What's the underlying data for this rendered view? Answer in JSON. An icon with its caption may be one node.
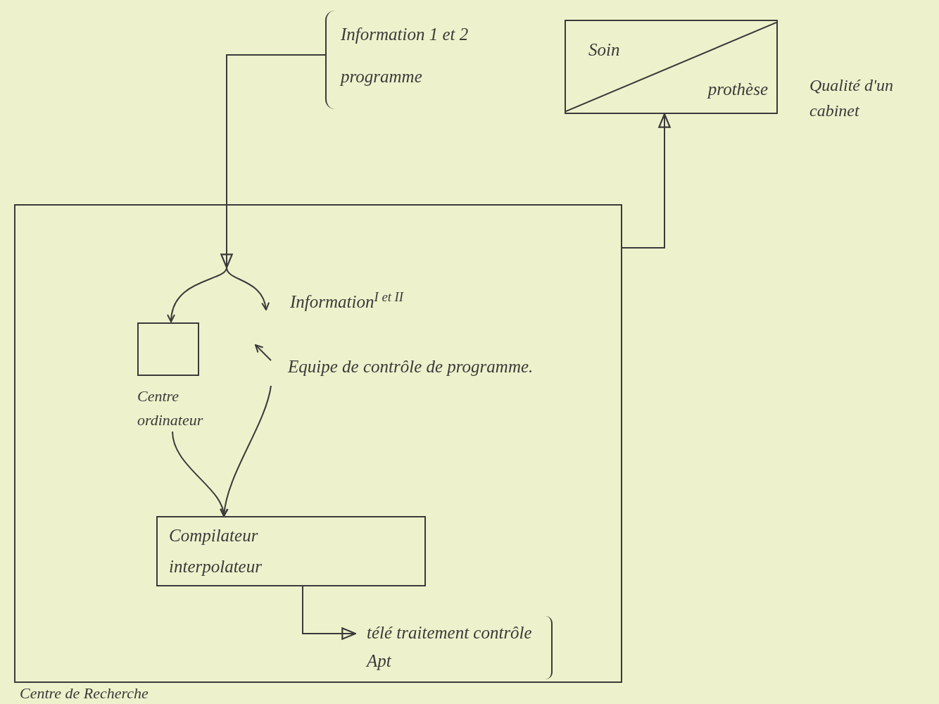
{
  "diagram": {
    "nodes": [
      {
        "text": [
          "Information 1 et 2 programme"
        ]
      },
      {
        "text": [
          "Soin",
          "prothèse"
        ],
        "beside": [
          "Qualité d'un cabinet"
        ]
      },
      {
        "text": [
          "Centre de Recherche"
        ]
      },
      {
        "text": [
          "Information$^{I et II}$"
        ],
        "in": 2
      },
      {
        "text": [
          "Centre ordinateur"
        ],
        "in": 2
      },
      {
        "text": [
          "Equipe de contrôle de programme."
        ],
        "in": 2
      },
      {
        "text": [
          "Compilateur interpolateur"
        ],
        "in": 2
      },
      {
        "text": [
          "télé traitement contrôle Apt"
        ],
        "in": 2
      }
    ],
    "edges": [
      {
        "from": 0,
        "to": 4,
        "arrow": "to"
      },
      {
        "from": 0,
        "to": 3,
        "arrow": "to"
      },
      {
        "from": 5,
        "to": null,
        "arrow": "to"
      },
      {
        "from": 4,
        "to": 6,
        "arrow": "to"
      },
      {
        "from": 5,
        "to": 6,
        "arrow": "to"
      },
      {
        "from": 6,
        "to": 7,
        "arrow": "to"
      },
      {
        "from": 2,
        "to": 1,
        "arrow": "to"
      }
    ]
  }
}
